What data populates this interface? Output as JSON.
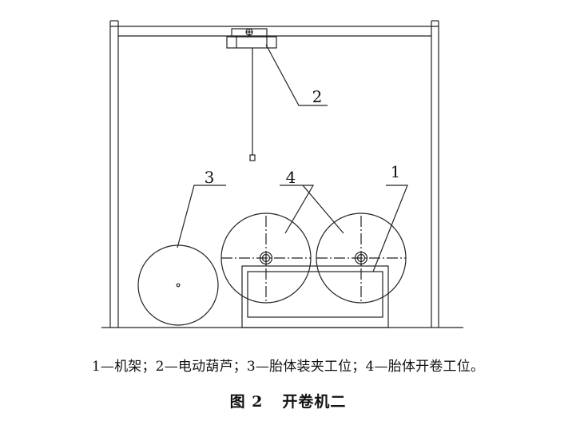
{
  "figure": {
    "callouts": {
      "c1": "1",
      "c2": "2",
      "c3": "3",
      "c4": "4"
    },
    "legend": "1—机架；2—电动葫芦；3—胎体装夹工位；4—胎体开卷工位。",
    "caption_number": "图 2",
    "caption_title": "开卷机二"
  }
}
